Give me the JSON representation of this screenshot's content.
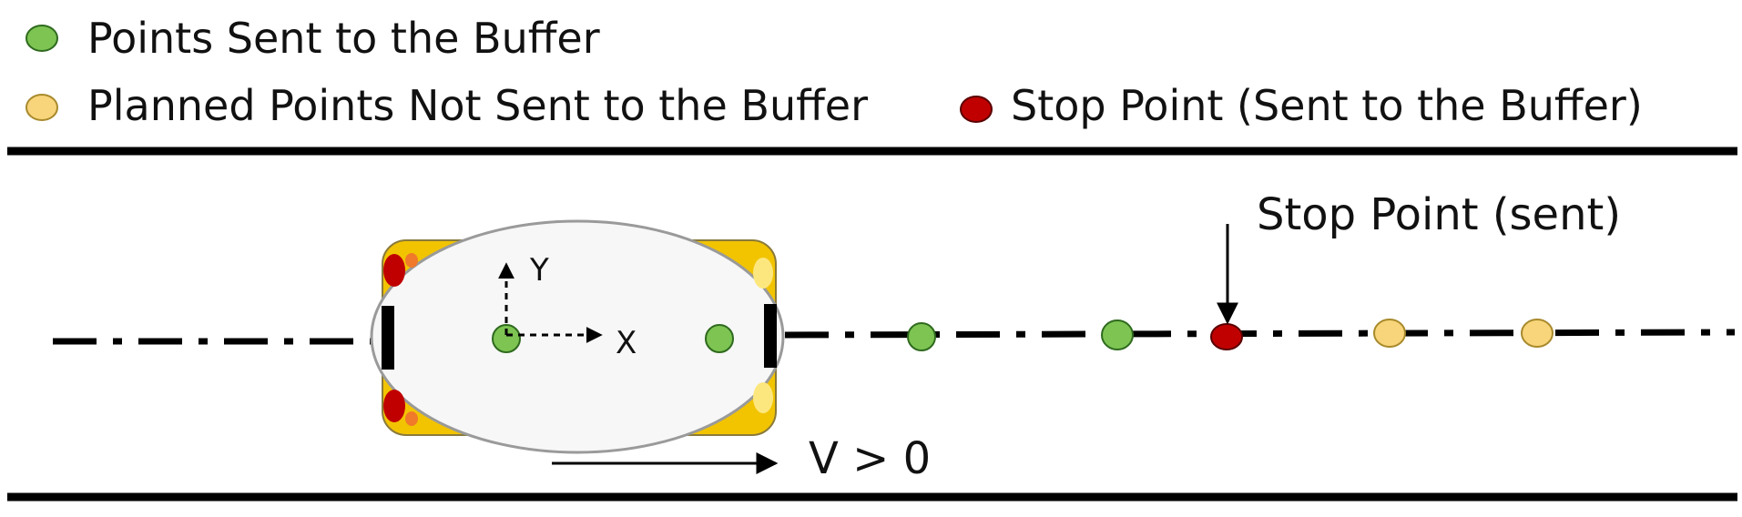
{
  "legend": {
    "sent": {
      "label": "Points Sent to the Buffer",
      "color": "#7DC453"
    },
    "planned": {
      "label": "Planned Points Not Sent to the Buffer",
      "color": "#F8D57A"
    },
    "stop": {
      "label": "Stop Point (Sent to the Buffer)",
      "color": "#C00000"
    }
  },
  "annotations": {
    "stop_point_label": "Stop Point (sent)",
    "velocity_label": "V > 0",
    "x_axis_label": "X",
    "y_axis_label": "Y"
  },
  "colors": {
    "robot_body": "#F7F7F7",
    "robot_corner": "#F2C400",
    "robot_corner_light": "#FCE77F",
    "wheel": "#000000",
    "outline": "#9A9A9A",
    "path": "#000000"
  },
  "path_points": [
    {
      "kind": "sent"
    },
    {
      "kind": "sent"
    },
    {
      "kind": "sent"
    },
    {
      "kind": "stop"
    },
    {
      "kind": "planned"
    },
    {
      "kind": "planned"
    }
  ]
}
